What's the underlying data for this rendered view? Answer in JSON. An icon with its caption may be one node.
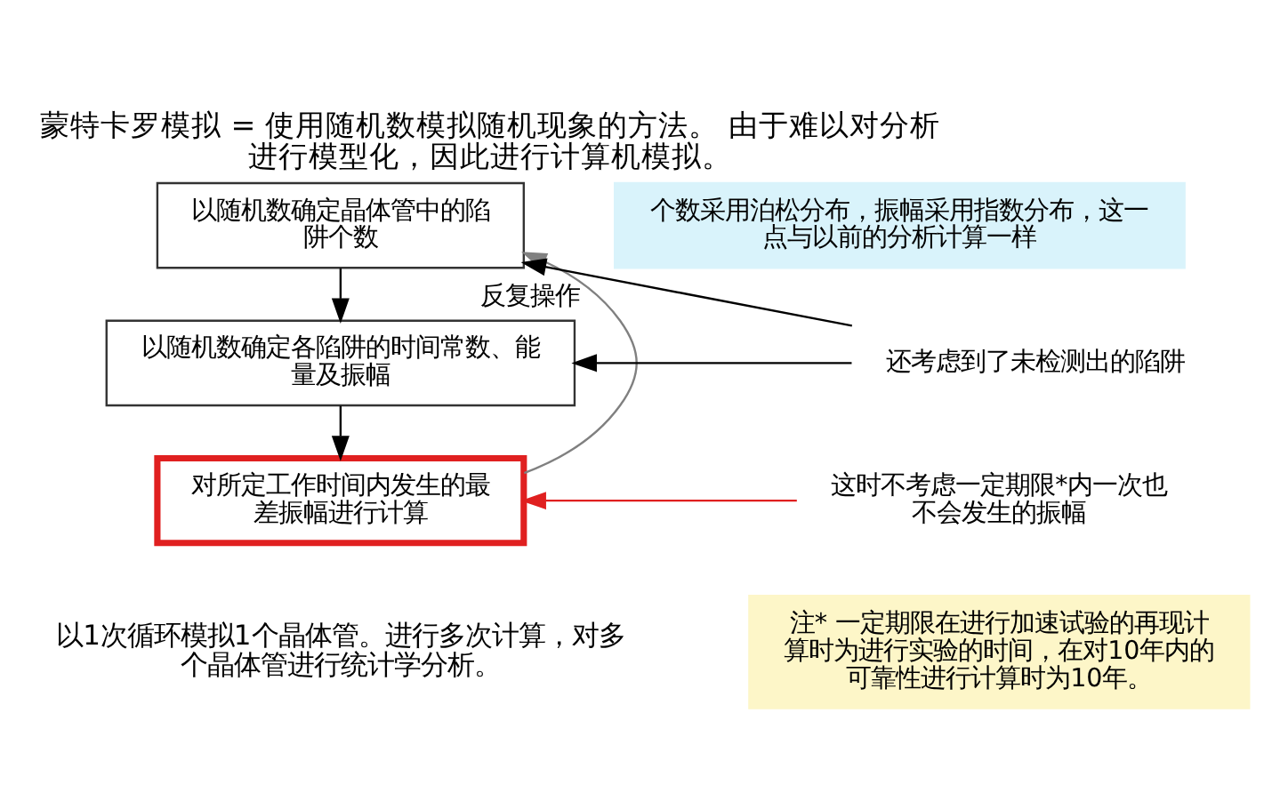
{
  "diagram": {
    "title": "蒙特卡罗模拟 = 使用随机数模拟随机现象的方法。 由于难以对分析进行模型化，因此进行计算机模拟。",
    "caption": "以1次循环模拟1个晶体管。进行多次计算，对多个晶体管进行统计学分析。",
    "nodes": [
      {
        "text": [
          "以随机数确定晶体管中的陷阱个数"
        ]
      },
      {
        "text": [
          "以随机数确定各陷阱的时间常数、能量及振幅"
        ]
      },
      {
        "text": [
          "对所定工作时间内发生的最差振幅进行计算"
        ]
      },
      {
        "text": [
          "个数采用泊松分布，振幅采用指数分布，这一点与以前的分析计算一样"
        ]
      },
      {
        "text": [
          "还考虑到了未检测出的陷阱"
        ]
      },
      {
        "text": [
          "这时不考虑一定期限*内一次也不会发生的振幅"
        ]
      },
      {
        "text": [
          "注* 一定期限在进行加速试验的再现计算时为进行实验的时间，在对10年内的可靠性进行计算时为10年。"
        ]
      }
    ],
    "edges": [
      {
        "from": 0,
        "to": 1,
        "arrow": "to"
      },
      {
        "from": 1,
        "to": 2,
        "arrow": "to"
      },
      {
        "from": 2,
        "to": 0,
        "arrow": "to",
        "label": "反复操作",
        "color": "#808080"
      },
      {
        "from": 4,
        "to": 0,
        "arrow": "to"
      },
      {
        "from": 4,
        "to": 1,
        "arrow": "to"
      },
      {
        "from": 5,
        "to": 2,
        "arrow": "to",
        "color": "#e02020"
      }
    ]
  }
}
